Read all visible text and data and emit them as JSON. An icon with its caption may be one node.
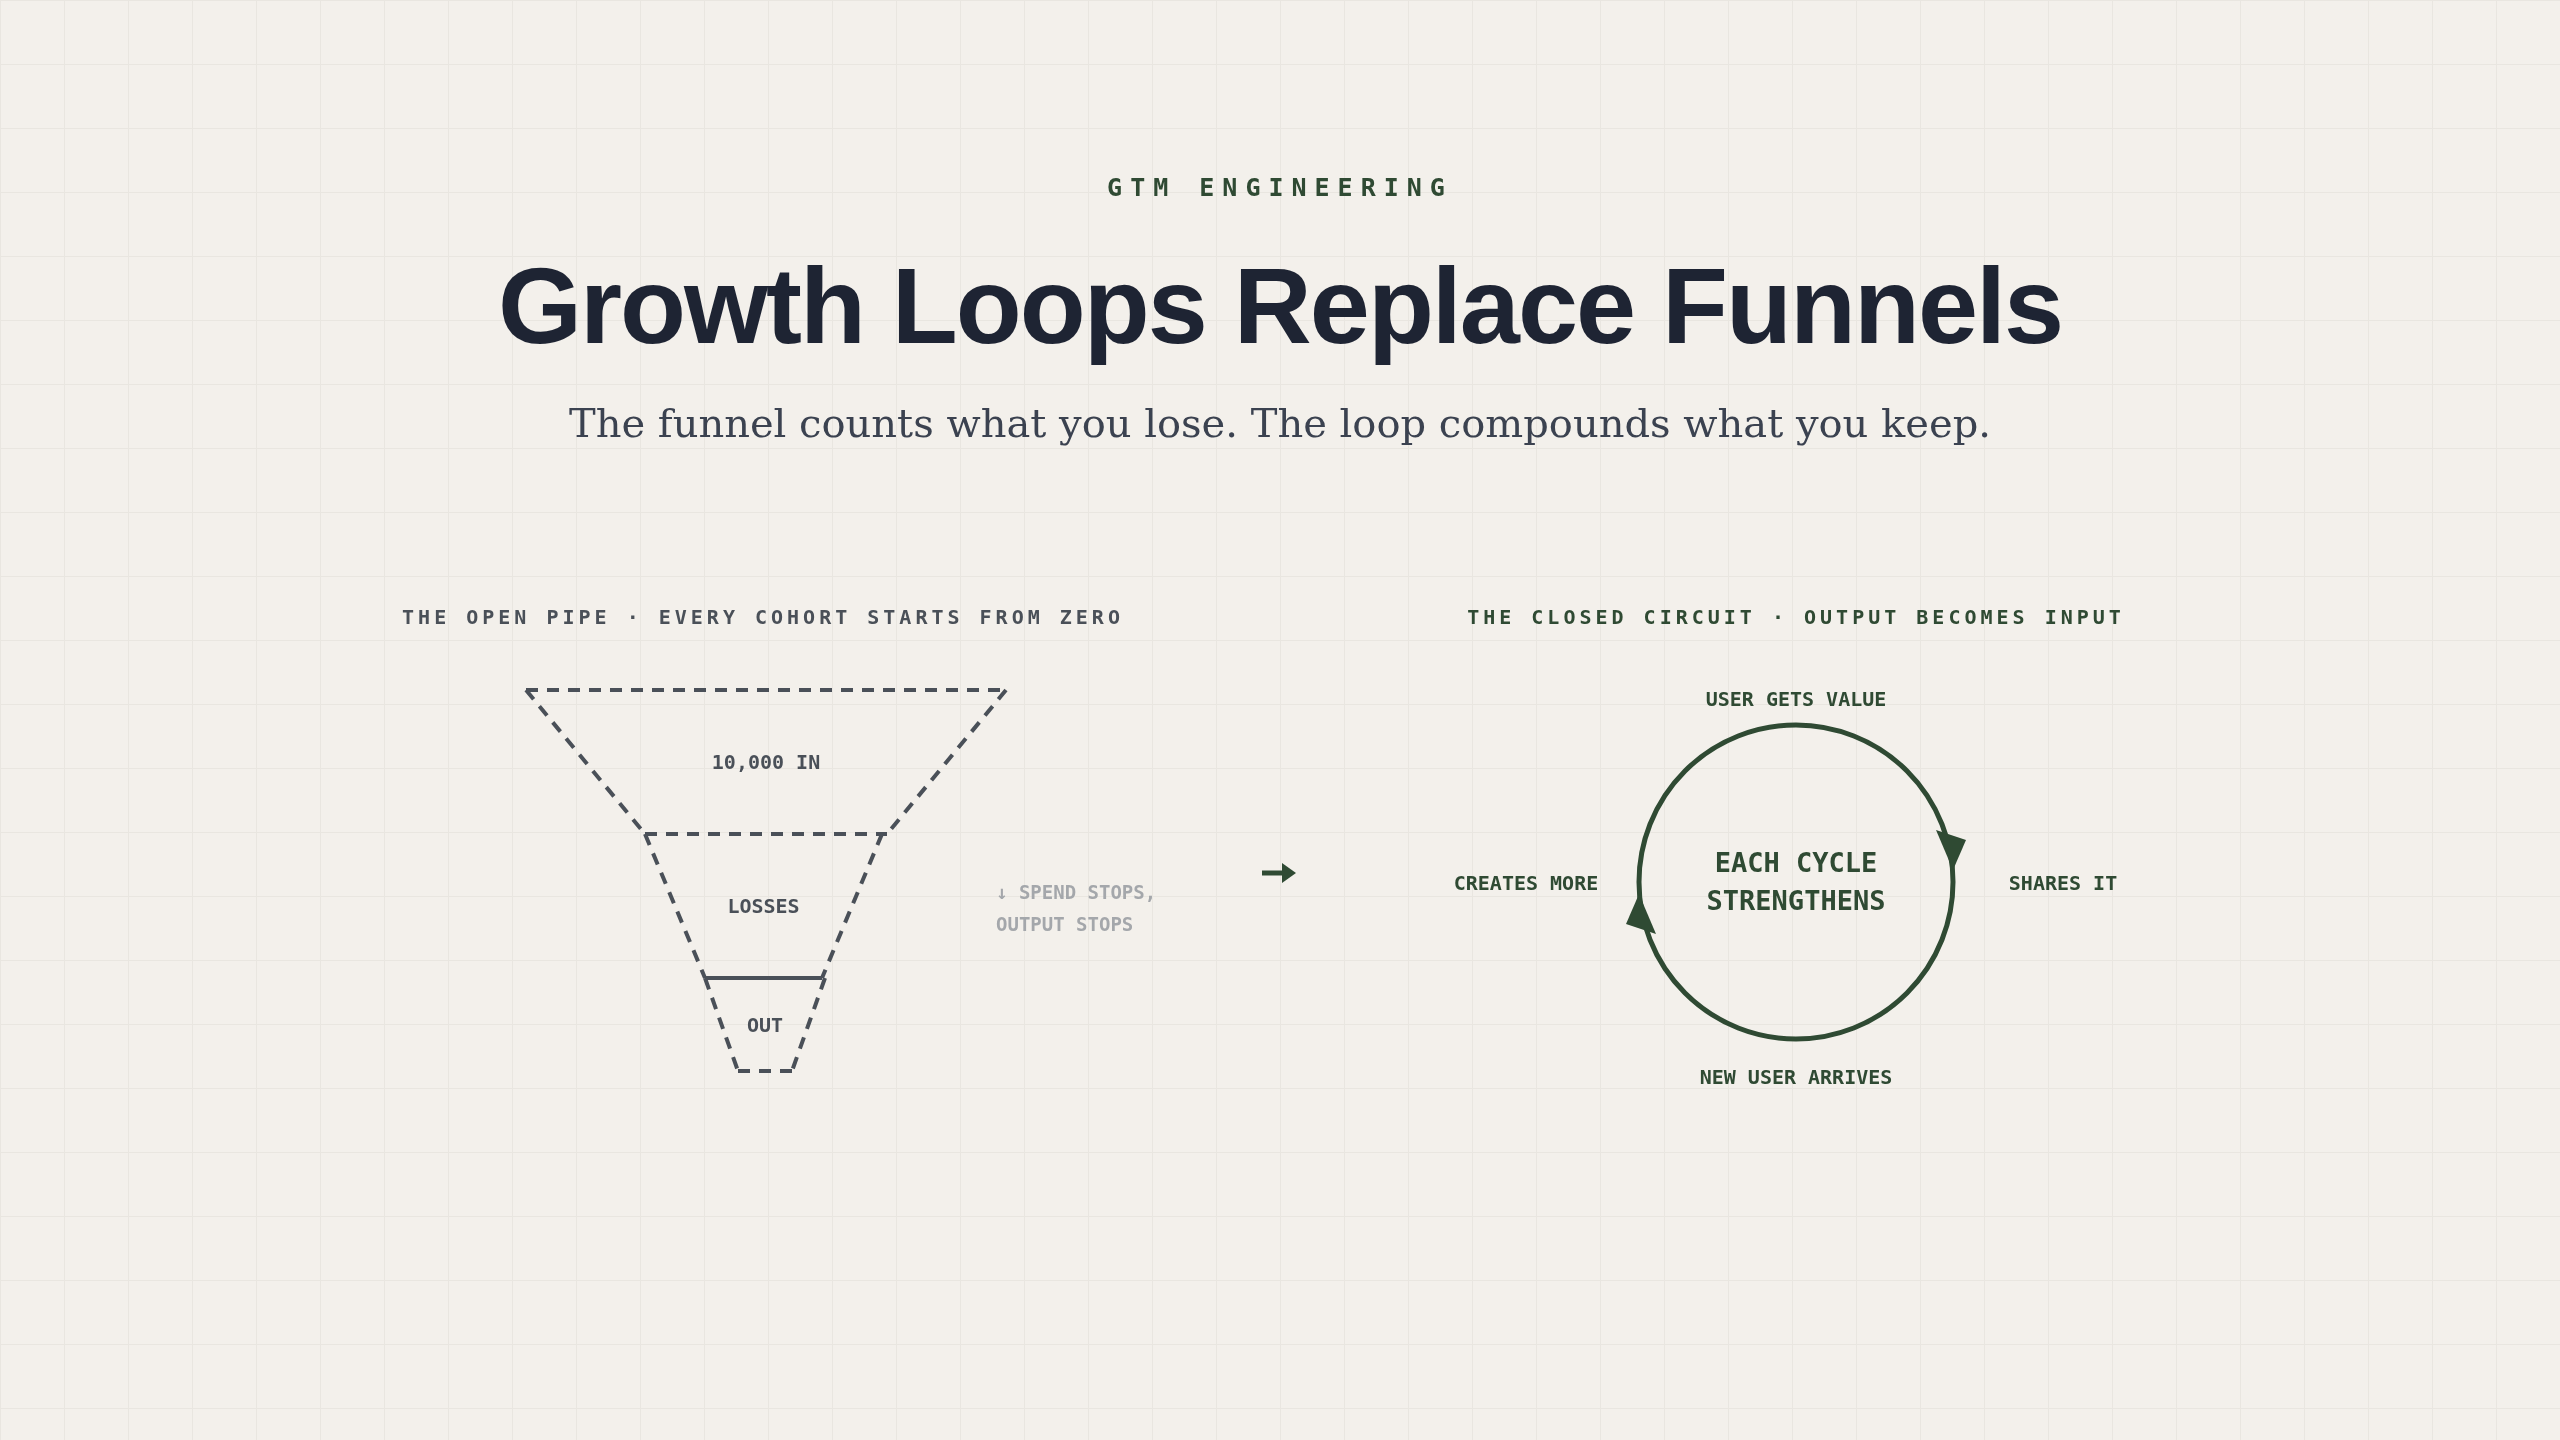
{
  "diagram": {
    "title": "Growth Loops Replace Funnels",
    "nodes": [
      {
        "text": [
          "10,000 IN"
        ]
      },
      {
        "text": [
          "LOSSES"
        ]
      },
      {
        "text": [
          "OUT"
        ]
      },
      {
        "text": [
          "EACH CYCLE STRENGTHENS"
        ]
      }
    ],
    "labels": [
      "GTM ENGINEERING",
      "The funnel counts what you lose. The loop compounds what you keep.",
      "THE OPEN PIPE · EVERY COHORT STARTS FROM ZERO",
      "THE CLOSED CIRCUIT · OUTPUT BECOMES INPUT",
      "USER GETS VALUE",
      "↓ SPEND STOPS, OUTPUT STOPS",
      "CREATES MORE",
      "SHARES IT",
      "NEW USER ARRIVES"
    ]
  }
}
